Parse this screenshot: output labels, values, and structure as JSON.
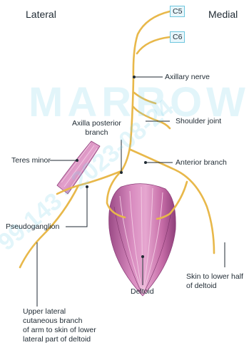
{
  "headers": {
    "lateral": "Lateral",
    "medial": "Medial"
  },
  "roots": {
    "c5": "C5",
    "c6": "C6"
  },
  "labels": {
    "axillary_nerve": "Axillary nerve",
    "shoulder_joint": "Shoulder joint",
    "axilla_posterior_line1": "Axilla posterior",
    "axilla_posterior_line2": "branch",
    "teres_minor": "Teres minor",
    "anterior_branch": "Anterior branch",
    "pseudoganglion": "Pseudoganglion",
    "skin_lower_half_line1": "Skin to lower half",
    "skin_lower_half_line2": "of deltoid",
    "deltoid": "Deltoid",
    "upper_lateral_line1": "Upper lateral",
    "upper_lateral_line2": "cutaneous branch",
    "upper_lateral_line3": "of arm to skin of lower",
    "upper_lateral_line4": "lateral part of deltoid"
  },
  "watermark": {
    "word": "MARROW",
    "number": "99.143 - 2023-08-24"
  },
  "colors": {
    "nerve": "#e8b84a",
    "nerve_dark": "#c9962a",
    "muscle": "#c56ba6",
    "muscle_dark": "#8e3f7a",
    "pointer": "#1f2a33",
    "watermark": "#7fd3ea"
  }
}
